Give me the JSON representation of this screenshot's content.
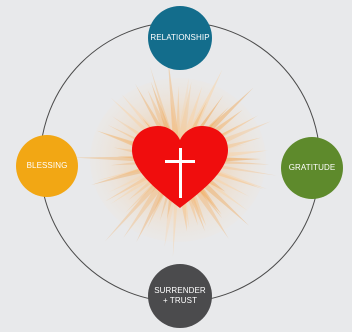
{
  "diagram": {
    "nodes": {
      "relationship": {
        "label": "RELATIONSHIP",
        "color": "#136d8c"
      },
      "gratitude": {
        "label": "GRATITUDE",
        "color": "#5e8a2c"
      },
      "surrender": {
        "label": "SURRENDER + TRUST",
        "color": "#4b4b4d"
      },
      "blessing": {
        "label": "BLESSING",
        "color": "#f2a714"
      }
    },
    "center": {
      "heart_color": "#f00d0d",
      "cross_color": "#ffffff",
      "burst_color": "#f5b46a",
      "icon": "heart-with-cross-icon"
    },
    "ring_color": "#4a4a4a",
    "background": "#e8e9eb"
  }
}
